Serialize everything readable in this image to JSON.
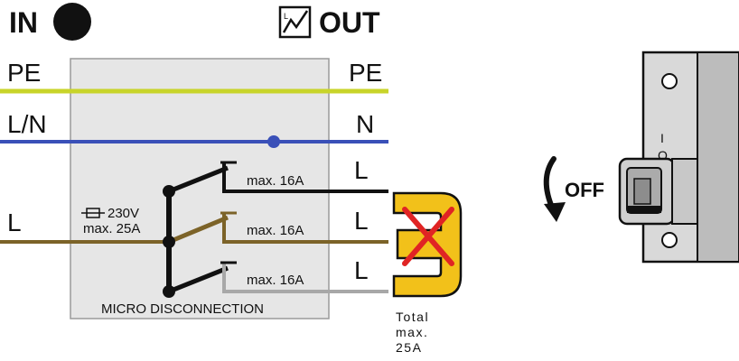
{
  "header": {
    "in_label": "IN",
    "out_label": "OUT",
    "out_icon_letter": "L"
  },
  "rails": {
    "pe_left": "PE",
    "pe_right": "PE",
    "ln_left": "L/N",
    "n_right": "N",
    "l_left": "L",
    "l_out_1": "L",
    "l_out_2": "L",
    "l_out_3": "L"
  },
  "module": {
    "fuse_voltage": "230V",
    "fuse_current": "max. 25A",
    "output_limits": [
      "max. 16A",
      "max. 16A",
      "max. 16A"
    ],
    "caption": "MICRO DISCONNECTION"
  },
  "total_note": [
    "Total",
    "max.",
    "25A"
  ],
  "breaker": {
    "off_label": "OFF",
    "on_symbol": "I",
    "off_symbol": "O"
  },
  "icons": [
    "in-filled-circle-icon",
    "out-diagonal-arrow-icon",
    "fuse-symbol-icon",
    "cross-mark-icon",
    "rotate-arrow-icon"
  ],
  "colors": {
    "pe_wire": "#c8d42a",
    "n_wire": "#3a50b8",
    "l_wire": "#7c6328",
    "out1_wire": "#111111",
    "out3_wire": "#a8a8a8",
    "bridge": "#f2c11a",
    "cross": "#e02424",
    "panel": "#e6e6e6"
  }
}
